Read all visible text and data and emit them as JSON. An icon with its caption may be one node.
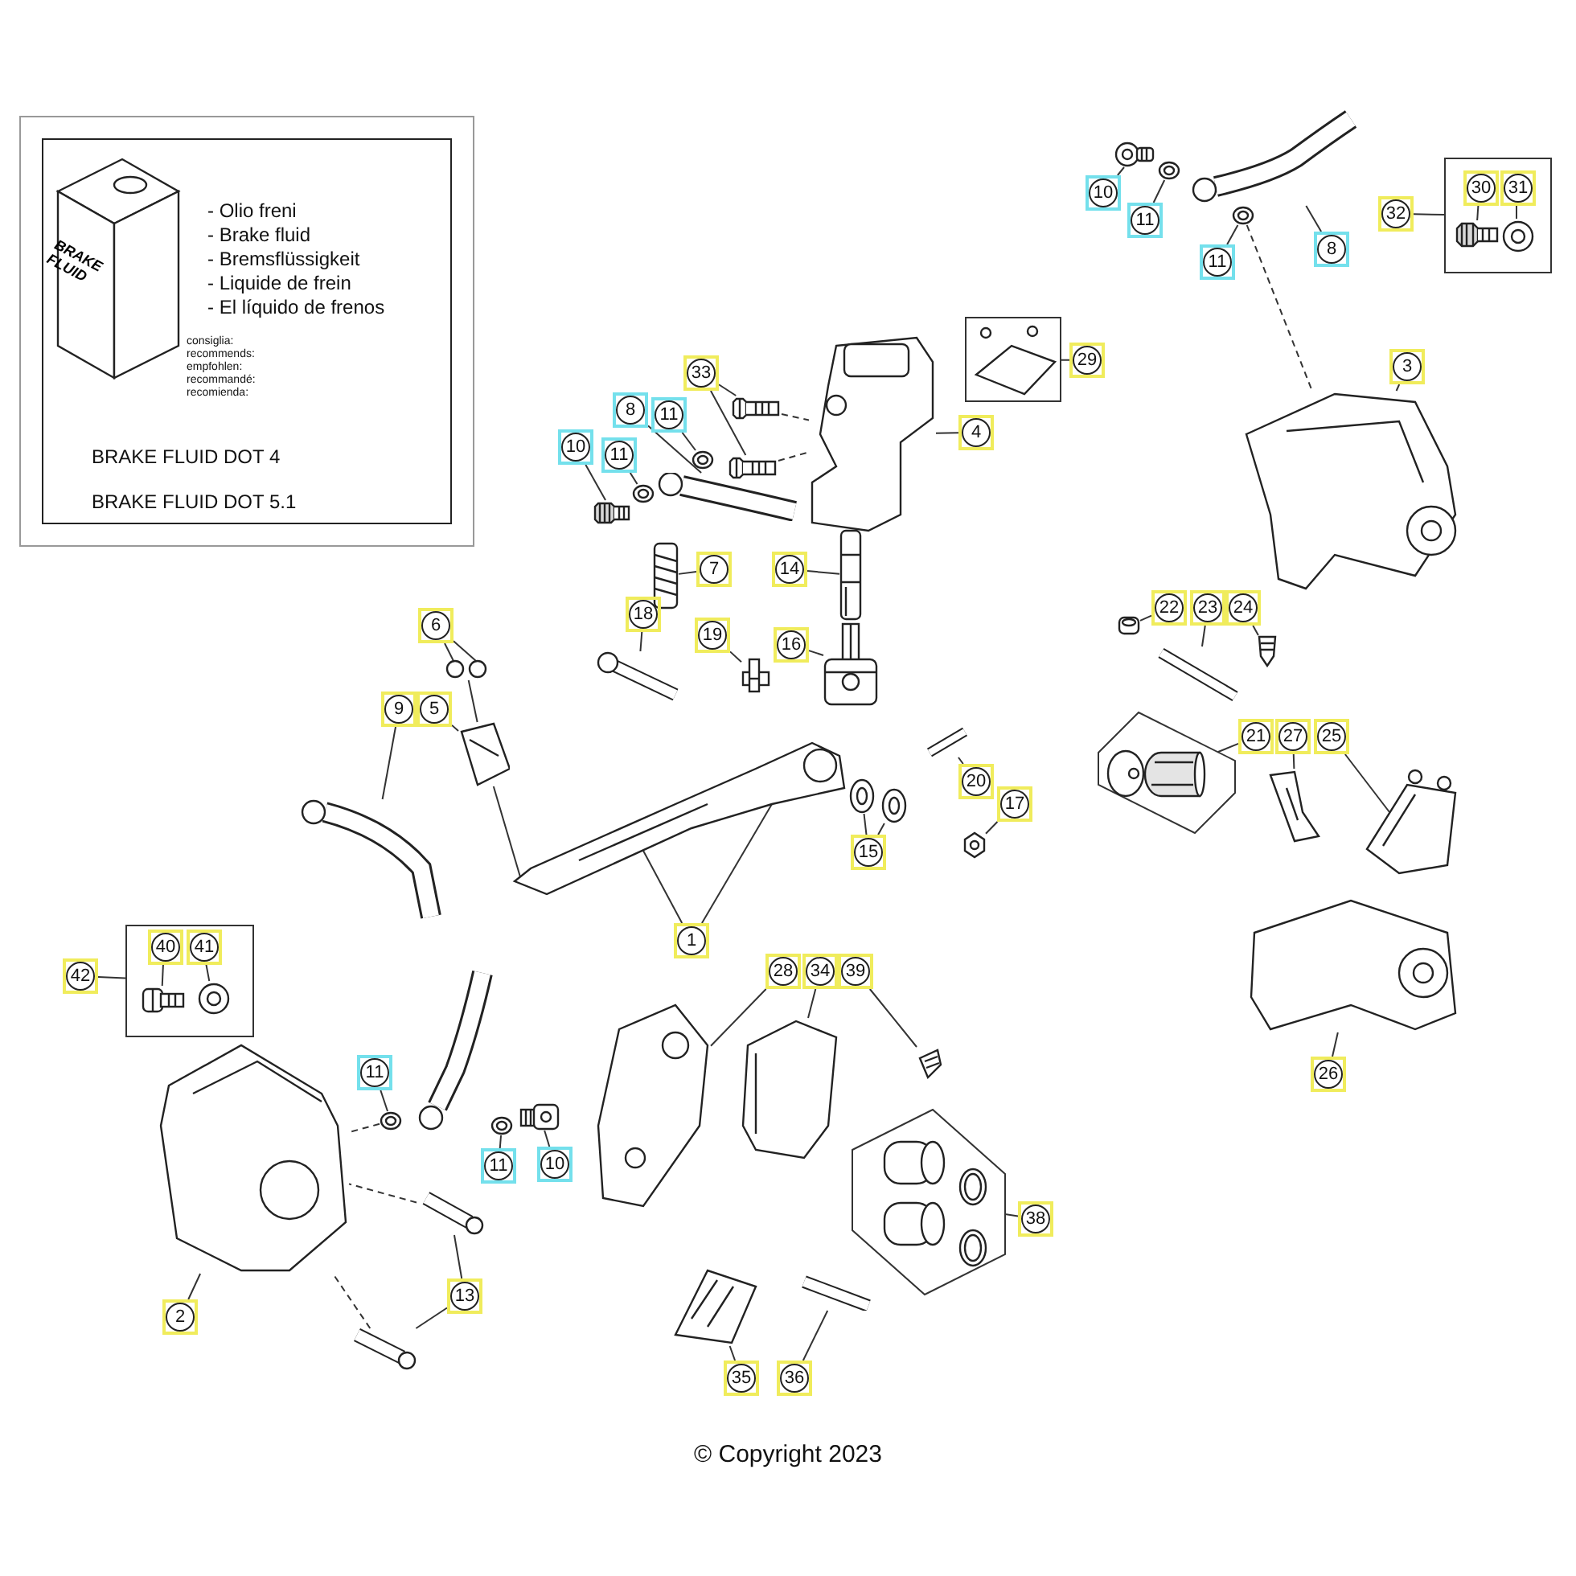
{
  "diagram": {
    "nodes": [
      {
        "text": [
          "- Olio freni",
          "- Brake fluid",
          "- Bremsflüssigkeit",
          "- Liquide de frein",
          "- El líquido de frenos",
          "consiglia:",
          "recommends:",
          "empfohlen:",
          "recommandé:",
          "recomienda:",
          "BRAKE FLUID DOT 4",
          "BRAKE FLUID DOT 5.1"
        ]
      },
      {
        "text": [
          "BRAKE FLUID"
        ],
        "in": 0
      },
      {
        "text": [
          "10"
        ]
      },
      {
        "text": [
          "11"
        ]
      },
      {
        "text": [
          "11"
        ]
      },
      {
        "text": [
          "8"
        ]
      },
      {
        "text": [
          "32"
        ]
      },
      {
        "text": [],
        "shape": "box"
      },
      {
        "text": [
          "30"
        ],
        "in": 7
      },
      {
        "text": [
          "31"
        ],
        "in": 7
      },
      {
        "text": [
          "29"
        ]
      },
      {
        "text": [],
        "shape": "box"
      },
      {
        "text": [
          "3"
        ]
      },
      {
        "text": [
          "33"
        ]
      },
      {
        "text": [
          "8"
        ]
      },
      {
        "text": [
          "11"
        ]
      },
      {
        "text": [
          "4"
        ]
      },
      {
        "text": [
          "10"
        ]
      },
      {
        "text": [
          "11"
        ]
      },
      {
        "text": [
          "7"
        ]
      },
      {
        "text": [
          "14"
        ]
      },
      {
        "text": [
          "22"
        ]
      },
      {
        "text": [
          "23"
        ]
      },
      {
        "text": [
          "24"
        ]
      },
      {
        "text": [
          "6"
        ]
      },
      {
        "text": [
          "18"
        ]
      },
      {
        "text": [
          "19"
        ]
      },
      {
        "text": [
          "16"
        ]
      },
      {
        "text": [
          "9"
        ]
      },
      {
        "text": [
          "5"
        ]
      },
      {
        "text": [
          "21"
        ]
      },
      {
        "text": [
          "27"
        ]
      },
      {
        "text": [
          "25"
        ]
      },
      {
        "text": [],
        "shape": "hexagon"
      },
      {
        "text": [
          "20"
        ]
      },
      {
        "text": [
          "17"
        ]
      },
      {
        "text": [
          "15"
        ]
      },
      {
        "text": [
          "1"
        ]
      },
      {
        "text": [
          "42"
        ]
      },
      {
        "text": [],
        "shape": "box"
      },
      {
        "text": [
          "40"
        ],
        "in": 39
      },
      {
        "text": [
          "41"
        ],
        "in": 39
      },
      {
        "text": [
          "28"
        ]
      },
      {
        "text": [
          "34"
        ]
      },
      {
        "text": [
          "39"
        ]
      },
      {
        "text": [
          "26"
        ]
      },
      {
        "text": [
          "11"
        ]
      },
      {
        "text": [
          "11"
        ]
      },
      {
        "text": [
          "10"
        ]
      },
      {
        "text": [
          "38"
        ]
      },
      {
        "text": [],
        "shape": "hexagon"
      },
      {
        "text": [
          "13"
        ]
      },
      {
        "text": [
          "2"
        ]
      },
      {
        "text": [
          "35"
        ]
      },
      {
        "text": [
          "36"
        ]
      },
      {
        "text": [],
        "shape": "picture"
      },
      {
        "text": [],
        "shape": "picture"
      },
      {
        "text": [],
        "shape": "picture"
      },
      {
        "text": [],
        "shape": "picture"
      },
      {
        "text": [],
        "shape": "picture",
        "in": 7
      },
      {
        "text": [],
        "shape": "picture",
        "in": 7
      },
      {
        "text": [],
        "shape": "picture",
        "in": 11
      },
      {
        "text": [],
        "shape": "picture"
      },
      {
        "text": [],
        "shape": "picture"
      },
      {
        "text": [],
        "shape": "picture"
      },
      {
        "text": [],
        "shape": "picture"
      },
      {
        "text": [],
        "shape": "picture"
      },
      {
        "text": [],
        "shape": "picture"
      },
      {
        "text": [],
        "shape": "picture"
      },
      {
        "text": [],
        "shape": "picture"
      },
      {
        "text": [],
        "shape": "picture"
      },
      {
        "text": [],
        "shape": "picture"
      },
      {
        "text": [],
        "shape": "picture"
      },
      {
        "text": [],
        "shape": "picture"
      },
      {
        "text": [],
        "shape": "picture"
      },
      {
        "text": [],
        "shape": "picture"
      },
      {
        "text": [],
        "shape": "picture"
      },
      {
        "text": [],
        "shape": "picture"
      },
      {
        "text": [],
        "shape": "picture"
      },
      {
        "text": [],
        "shape": "picture"
      },
      {
        "text": [],
        "shape": "picture"
      },
      {
        "text": [],
        "shape": "picture"
      },
      {
        "text": [],
        "shape": "picture"
      },
      {
        "text": [],
        "shape": "picture"
      },
      {
        "text": [],
        "shape": "picture"
      },
      {
        "text": [],
        "shape": "picture"
      },
      {
        "text": [],
        "shape": "picture",
        "in": 33
      },
      {
        "text": [],
        "shape": "picture"
      },
      {
        "text": [],
        "shape": "picture"
      },
      {
        "text": [],
        "shape": "picture"
      },
      {
        "text": [],
        "shape": "picture",
        "in": 39
      },
      {
        "text": [],
        "shape": "picture",
        "in": 39
      },
      {
        "text": [],
        "shape": "picture"
      },
      {
        "text": [],
        "shape": "picture"
      },
      {
        "text": [],
        "shape": "picture"
      },
      {
        "text": [],
        "shape": "picture"
      },
      {
        "text": [],
        "shape": "picture"
      },
      {
        "text": [],
        "shape": "picture"
      },
      {
        "text": [],
        "shape": "picture"
      },
      {
        "text": [],
        "shape": "picture"
      },
      {
        "text": [],
        "shape": "picture"
      },
      {
        "text": [],
        "shape": "picture"
      },
      {
        "text": [],
        "shape": "picture",
        "in": 50
      },
      {
        "text": [],
        "shape": "picture"
      },
      {
        "text": [],
        "shape": "picture"
      }
    ],
    "edges": [
      {
        "from": 2,
        "to": 55,
        "arrow": "none"
      },
      {
        "from": 3,
        "to": 56,
        "arrow": "none"
      },
      {
        "from": 4,
        "to": 57,
        "arrow": "none"
      },
      {
        "from": 5,
        "to": 58,
        "arrow": "none"
      },
      {
        "from": 6,
        "to": 7,
        "arrow": "none"
      },
      {
        "from": 8,
        "to": 59,
        "arrow": "none"
      },
      {
        "from": 9,
        "to": 60,
        "arrow": "none"
      },
      {
        "from": 10,
        "to": 11,
        "arrow": "none"
      },
      {
        "from": 12,
        "to": 62,
        "arrow": "none"
      },
      {
        "from": 13,
        "to": 63,
        "arrow": "none"
      },
      {
        "from": 13,
        "to": 64,
        "arrow": "none"
      },
      {
        "from": 14,
        "to": 66,
        "arrow": "none"
      },
      {
        "from": 15,
        "to": 69,
        "arrow": "none"
      },
      {
        "from": 16,
        "to": 65,
        "arrow": "none"
      },
      {
        "from": 17,
        "to": 67,
        "arrow": "none"
      },
      {
        "from": 18,
        "to": 68,
        "arrow": "none"
      },
      {
        "from": 19,
        "to": 70,
        "arrow": "none"
      },
      {
        "from": 20,
        "to": 71,
        "arrow": "none"
      },
      {
        "from": 21,
        "to": 83,
        "arrow": "none"
      },
      {
        "from": 22,
        "to": 84,
        "arrow": "none"
      },
      {
        "from": 23,
        "to": 85,
        "arrow": "none"
      },
      {
        "from": 24,
        "to": 76,
        "arrow": "none"
      },
      {
        "from": 24,
        "to": 76,
        "arrow": "none"
      },
      {
        "from": 25,
        "to": 73,
        "arrow": "none"
      },
      {
        "from": 26,
        "to": 74,
        "arrow": "none"
      },
      {
        "from": 27,
        "to": 72,
        "arrow": "none"
      },
      {
        "from": 28,
        "to": 78,
        "arrow": "none"
      },
      {
        "from": 29,
        "to": 77,
        "arrow": "none"
      },
      {
        "from": 30,
        "to": 33,
        "arrow": "none"
      },
      {
        "from": 31,
        "to": 87,
        "arrow": "none"
      },
      {
        "from": 32,
        "to": 88,
        "arrow": "none"
      },
      {
        "from": 34,
        "to": 82,
        "arrow": "none"
      },
      {
        "from": 35,
        "to": 81,
        "arrow": "none"
      },
      {
        "from": 36,
        "to": 79,
        "arrow": "none"
      },
      {
        "from": 36,
        "to": 80,
        "arrow": "none"
      },
      {
        "from": 37,
        "to": 75,
        "arrow": "none"
      },
      {
        "from": 37,
        "to": 75,
        "arrow": "none"
      },
      {
        "from": 38,
        "to": 39,
        "arrow": "none"
      },
      {
        "from": 40,
        "to": 90,
        "arrow": "none"
      },
      {
        "from": 41,
        "to": 91,
        "arrow": "none"
      },
      {
        "from": 42,
        "to": 99,
        "arrow": "none"
      },
      {
        "from": 43,
        "to": 100,
        "arrow": "none"
      },
      {
        "from": 44,
        "to": 101,
        "arrow": "none"
      },
      {
        "from": 45,
        "to": 89,
        "arrow": "none"
      },
      {
        "from": 46,
        "to": 93,
        "arrow": "none"
      },
      {
        "from": 47,
        "to": 94,
        "arrow": "none"
      },
      {
        "from": 48,
        "to": 95,
        "arrow": "none"
      },
      {
        "from": 49,
        "to": 50,
        "arrow": "none"
      },
      {
        "from": 51,
        "to": 97,
        "arrow": "none"
      },
      {
        "from": 51,
        "to": 98,
        "arrow": "none"
      },
      {
        "from": 52,
        "to": 96,
        "arrow": "none"
      },
      {
        "from": 53,
        "to": 103,
        "arrow": "none"
      },
      {
        "from": 54,
        "to": 104,
        "arrow": "none"
      },
      {
        "from": 57,
        "to": 62,
        "arrow": "none",
        "style": "dashed"
      },
      {
        "from": 63,
        "to": 65,
        "arrow": "none",
        "style": "dashed"
      },
      {
        "from": 64,
        "to": 65,
        "arrow": "none",
        "style": "dashed"
      },
      {
        "from": 76,
        "to": 77,
        "arrow": "none"
      },
      {
        "from": 77,
        "to": 75,
        "arrow": "none"
      },
      {
        "from": 93,
        "to": 96,
        "arrow": "none",
        "style": "dashed"
      },
      {
        "from": 97,
        "to": 96,
        "arrow": "none",
        "style": "dashed"
      },
      {
        "from": 98,
        "to": 96,
        "arrow": "none",
        "style": "dashed"
      }
    ],
    "labels": [
      "© Copyright 2023"
    ]
  }
}
